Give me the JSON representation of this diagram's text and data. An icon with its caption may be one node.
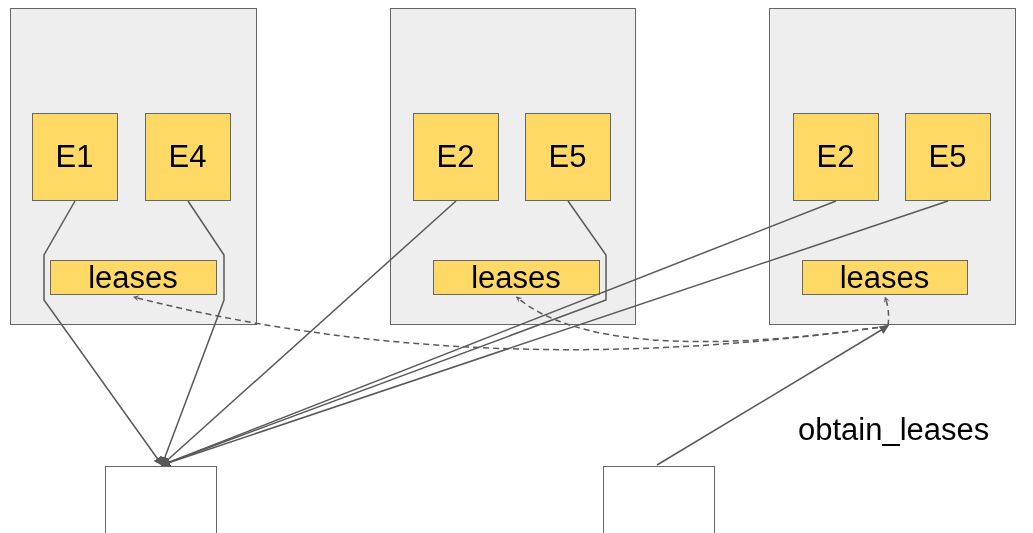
{
  "diagram": {
    "nodes": [
      {
        "text": [],
        "shape": "box"
      },
      {
        "text": [
          "E1"
        ],
        "in": 0
      },
      {
        "text": [
          "E4"
        ],
        "in": 0
      },
      {
        "text": [
          "leases"
        ],
        "in": 0
      },
      {
        "text": [],
        "shape": "box"
      },
      {
        "text": [
          "E2"
        ],
        "in": 4
      },
      {
        "text": [
          "E5"
        ],
        "in": 4
      },
      {
        "text": [
          "leases"
        ],
        "in": 4
      },
      {
        "text": [],
        "shape": "box"
      },
      {
        "text": [
          "E2"
        ],
        "in": 8
      },
      {
        "text": [
          "E5"
        ],
        "in": 8
      },
      {
        "text": [
          "leases"
        ],
        "in": 8
      },
      {
        "text": [],
        "shape": "box"
      },
      {
        "text": [],
        "shape": "box"
      }
    ],
    "edges": [
      {
        "from": 1,
        "to": 12,
        "arrow": "to"
      },
      {
        "from": 2,
        "to": 12,
        "arrow": "to"
      },
      {
        "from": 5,
        "to": 12,
        "arrow": "to"
      },
      {
        "from": 6,
        "to": 12,
        "arrow": "to"
      },
      {
        "from": 9,
        "to": 12,
        "arrow": "to"
      },
      {
        "from": 10,
        "to": 12,
        "arrow": "to"
      },
      {
        "from": 13,
        "to": 8,
        "arrow": "to",
        "label": "obtain_leases"
      },
      {
        "from": 8,
        "to": 3,
        "arrow": "to",
        "style": "dashed"
      },
      {
        "from": 8,
        "to": 7,
        "arrow": "to",
        "style": "dashed"
      },
      {
        "from": 8,
        "to": 11,
        "arrow": "to",
        "style": "dashed"
      }
    ]
  }
}
